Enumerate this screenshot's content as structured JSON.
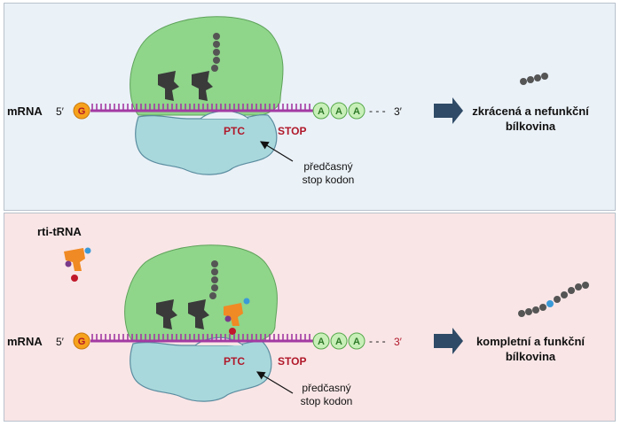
{
  "top_panel": {
    "mrna_label": "mRNA",
    "five_prime": "5′",
    "cap": "G",
    "polya": [
      "A",
      "A",
      "A"
    ],
    "tail_dashes": "- - -",
    "three_prime": "3′",
    "ptc_label": "PTC",
    "stop_label": "STOP",
    "annotation_line1": "předčasný",
    "annotation_line2": "stop kodon",
    "result_line1": "zkrácená a nefunkční",
    "result_line2": "bílkovina"
  },
  "bottom_panel": {
    "rti_label": "rti-tRNA",
    "mrna_label": "mRNA",
    "five_prime": "5′",
    "cap": "G",
    "polya": [
      "A",
      "A",
      "A"
    ],
    "tail_dashes": "- - -",
    "three_prime": "3′",
    "ptc_label": "PTC",
    "stop_label": "STOP",
    "annotation_line1": "předčasný",
    "annotation_line2": "stop kodon",
    "result_line1": "kompletní a funkční",
    "result_line2": "bílkovina"
  },
  "colors": {
    "top_background": "#eaf1f7",
    "bottom_background": "#f9e5e6",
    "large_subunit": "#8fd58a",
    "small_subunit": "#a9d8dc",
    "mrna_strand": "#a33aa3",
    "cap_fill": "#f7a21c",
    "polya_fill": "#c8efb8",
    "stop_text": "#b0182a",
    "arrow": "#2e4a66",
    "amino_acid": "#555555",
    "trna_orange": "#f08a24",
    "blue_residue": "#3a9ad8"
  }
}
